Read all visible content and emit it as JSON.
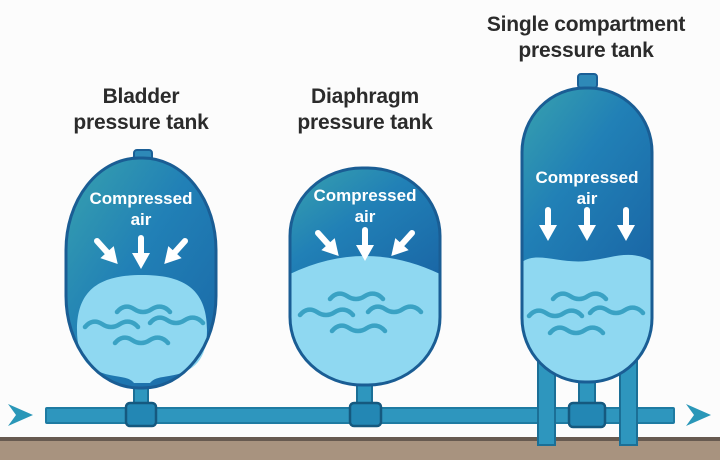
{
  "diagram": {
    "tanks": [
      {
        "name": "bladder",
        "title": "Bladder\npressure tank",
        "air_label": "Compressed\nair",
        "arrows": [
          "down-right",
          "down",
          "down-left"
        ],
        "has_top_valve": true,
        "has_legs": false,
        "wave_count": 4
      },
      {
        "name": "diaphragm",
        "title": "Diaphragm\npressure tank",
        "air_label": "Compressed\nair",
        "arrows": [
          "down-right",
          "down",
          "down-left"
        ],
        "has_top_valve": false,
        "has_legs": false,
        "wave_count": 4
      },
      {
        "name": "single-compartment",
        "title": "Single compartment\npressure tank",
        "air_label": "Compressed\nair",
        "arrows": [
          "down",
          "down",
          "down"
        ],
        "has_top_valve": true,
        "has_legs": true,
        "wave_count": 4
      }
    ],
    "pipe": {
      "direction": "left-to-right",
      "end_arrows": [
        "right-chevron",
        "right-chevron"
      ]
    },
    "colors": {
      "tank_gradient_start": "#38a2ae",
      "tank_gradient_mid": "#2180b6",
      "tank_gradient_end": "#1a67a6",
      "tank_outline": "#1a5d94",
      "water": "#8fd8f1",
      "wave": "#3aa2c4",
      "pipe": "#2e96be",
      "pipe_outline": "#1e7ba2",
      "fitting": "#2387b4",
      "fitting_outline": "#15597f",
      "chevron": "#2a97b8",
      "ground": "#a8937f",
      "ground_edge": "#675a50",
      "label_text": "#ffffff",
      "title_text": "#2b2b2b",
      "background": "#fcfcfc"
    }
  }
}
